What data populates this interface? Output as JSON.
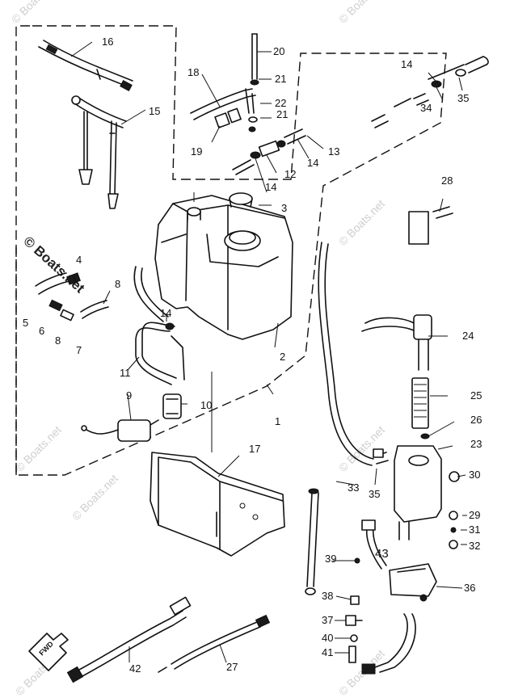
{
  "diagram": {
    "part_numbers": [
      "1",
      "2",
      "3",
      "4",
      "5",
      "6",
      "7",
      "8",
      "9",
      "10",
      "11",
      "12",
      "13",
      "14",
      "15",
      "16",
      "17",
      "18",
      "19",
      "20",
      "21",
      "22",
      "23",
      "24",
      "25",
      "26",
      "27",
      "28",
      "29",
      "30",
      "31",
      "32",
      "33",
      "34",
      "35",
      "36",
      "37",
      "38",
      "39",
      "40",
      "41",
      "42",
      "43"
    ],
    "watermarks": {
      "text": "© Boats.net",
      "main_label": "© Boats.net"
    },
    "fwd_label": "FWD"
  }
}
